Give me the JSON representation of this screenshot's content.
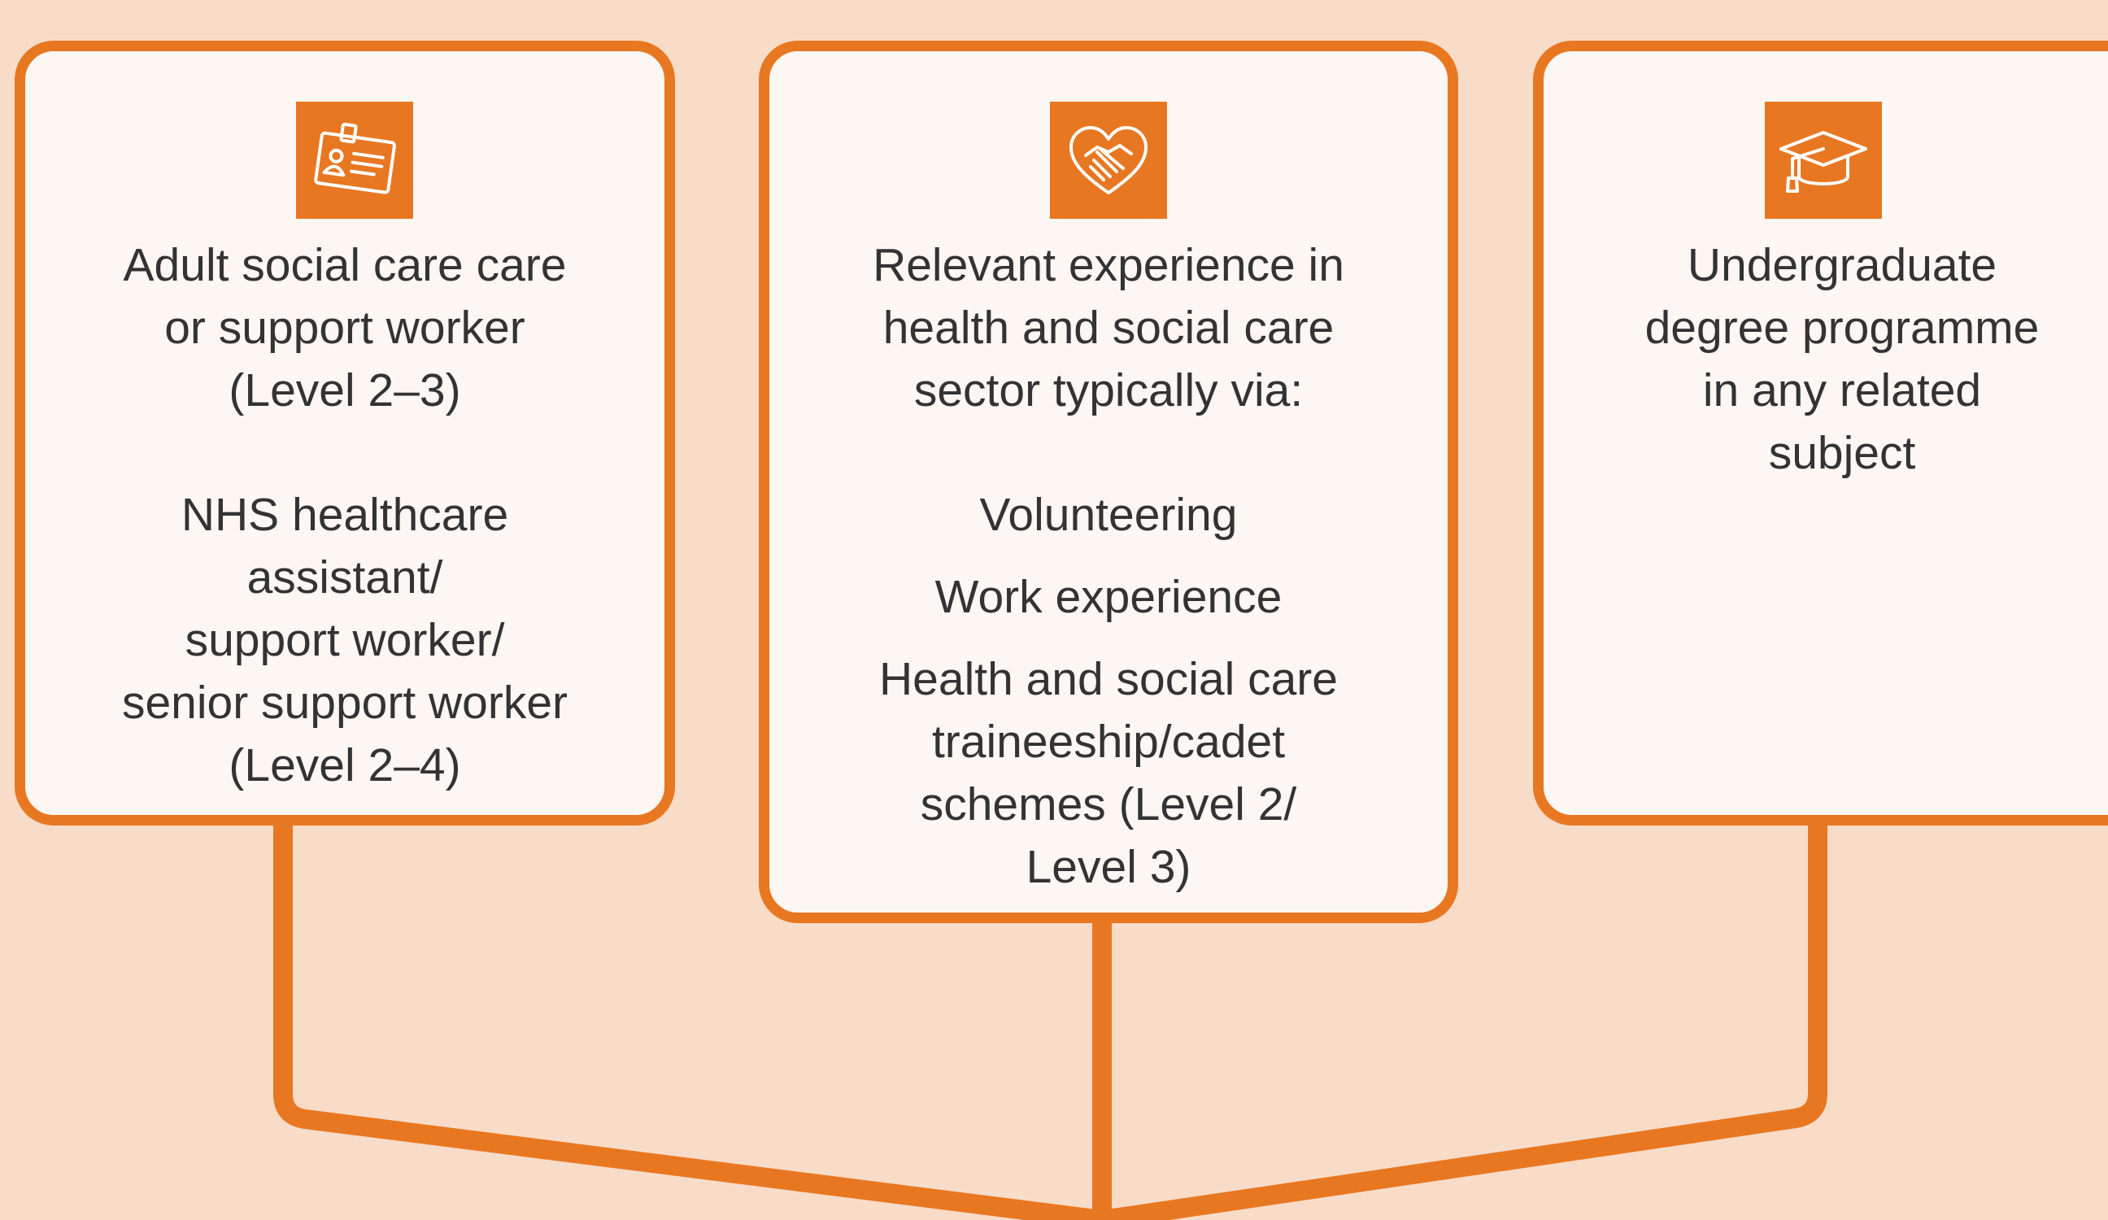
{
  "colors": {
    "background": "#f8dcc8",
    "accent": "#e87722",
    "card_fill": "#fcf7f3",
    "text": "#333333"
  },
  "cards": [
    {
      "icon": "id-badge-icon",
      "blocks": [
        [
          "Adult social care care",
          "or support worker",
          "(Level 2–3)"
        ],
        [
          "NHS healthcare",
          "assistant/",
          "support worker/",
          "senior support worker",
          "(Level 2–4)"
        ]
      ]
    },
    {
      "icon": "heart-handshake-icon",
      "intro": [
        "Relevant experience in",
        "health and social care",
        "sector typically via:"
      ],
      "items": [
        [
          "Volunteering"
        ],
        [
          "Work experience"
        ],
        [
          "Health and social care",
          "traineeship/cadet",
          "schemes (Level 2/",
          "Level 3)"
        ]
      ]
    },
    {
      "icon": "graduation-cap-icon",
      "blocks": [
        [
          "Undergraduate",
          "degree programme",
          "in any related",
          "subject"
        ]
      ]
    }
  ]
}
